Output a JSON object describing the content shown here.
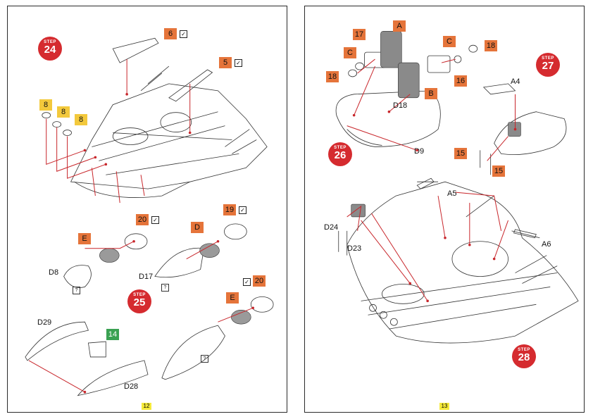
{
  "steps": {
    "s24": {
      "prefix": "STEP",
      "num": "24"
    },
    "s25": {
      "prefix": "STEP",
      "num": "25"
    },
    "s26": {
      "prefix": "STEP",
      "num": "26"
    },
    "s27": {
      "prefix": "STEP",
      "num": "27"
    },
    "s28": {
      "prefix": "STEP",
      "num": "28"
    }
  },
  "left_page": {
    "page_number": "12",
    "tags": {
      "t6": "6",
      "t5": "5",
      "t8a": "8",
      "t8b": "8",
      "t8c": "8",
      "t20a": "20",
      "tEa": "E",
      "tD": "D",
      "t19": "19",
      "t20b": "20",
      "tEb": "E",
      "t14": "14"
    },
    "labels": {
      "d8": "D8",
      "d17": "D17",
      "d29": "D29",
      "d28": "D28"
    },
    "check_mark": "✓",
    "unknown_mark": "?"
  },
  "right_page": {
    "page_number": "13",
    "tags": {
      "tA": "A",
      "t17": "17",
      "tC1": "C",
      "t18a": "18",
      "tC2": "C",
      "t18b": "18",
      "tB": "B",
      "t16": "16",
      "t15a": "15",
      "t15b": "15"
    },
    "labels": {
      "d18": "D18",
      "d9": "D9",
      "a4": "A4",
      "a5": "A5",
      "a6": "A6",
      "d24": "D24",
      "d23": "D23"
    }
  },
  "colors": {
    "step_red": "#d52b2f",
    "tag_orange": "#e5743a",
    "tag_yellow": "#f3c93c",
    "tag_green": "#3aa152",
    "arrow_red": "#c8262b",
    "page_number_yellow": "#f5ea3a"
  }
}
